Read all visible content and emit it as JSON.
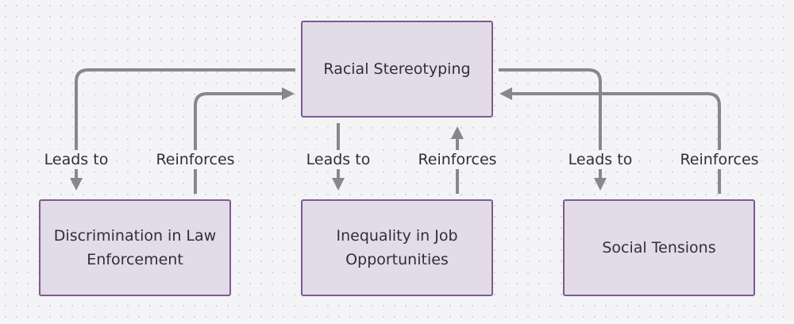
{
  "diagram": {
    "nodes": {
      "stereotyping": "Racial Stereotyping",
      "law_enforcement": "Discrimination in Law Enforcement",
      "job_opportunities": "Inequality in Job Opportunities",
      "social_tensions": "Social Tensions"
    },
    "edges": [
      {
        "from": "Racial Stereotyping",
        "to": "Discrimination in Law Enforcement",
        "label": "Leads to"
      },
      {
        "from": "Discrimination in Law Enforcement",
        "to": "Racial Stereotyping",
        "label": "Reinforces"
      },
      {
        "from": "Racial Stereotyping",
        "to": "Inequality in Job Opportunities",
        "label": "Leads to"
      },
      {
        "from": "Inequality in Job Opportunities",
        "to": "Racial Stereotyping",
        "label": "Reinforces"
      },
      {
        "from": "Racial Stereotyping",
        "to": "Social Tensions",
        "label": "Leads to"
      },
      {
        "from": "Social Tensions",
        "to": "Racial Stereotyping",
        "label": "Reinforces"
      }
    ],
    "colors": {
      "node_fill": "#e2dbe8",
      "node_border": "#7d5a91",
      "edge": "#85898c",
      "background": "#f4f4f6"
    }
  }
}
